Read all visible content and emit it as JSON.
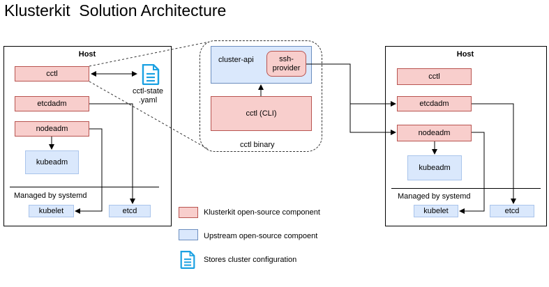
{
  "title": "Klusterkit  Solution Architecture",
  "left_host": {
    "label": "Host",
    "cctl": "cctl",
    "etcdadm": "etcdadm",
    "nodeadm": "nodeadm",
    "kubeadm": "kubeadm",
    "managed": "Managed by systemd",
    "kubelet": "kubelet",
    "etcd": "etcd",
    "state_file": "cctl-state\n.yaml"
  },
  "center": {
    "cluster_api": "cluster-api",
    "ssh_provider": "ssh-\nprovider",
    "cctl_cli": "cctl (CLI)",
    "binary_label": "cctl binary"
  },
  "right_host": {
    "label": "Host",
    "cctl": "cctl",
    "etcdadm": "etcdadm",
    "nodeadm": "nodeadm",
    "kubeadm": "kubeadm",
    "managed": "Managed by systemd",
    "kubelet": "kubelet",
    "etcd": "etcd"
  },
  "legend": {
    "klusterkit": "Klusterkit open-source component",
    "upstream": "Upstream open-source compoent",
    "stores": "Stores cluster configuration"
  },
  "colors": {
    "pink_fill": "#f8cecc",
    "pink_stroke": "#b85450",
    "blue_fill": "#dae8fc",
    "blue_stroke": "#6c8ebf",
    "icon_cyan": "#1ba1e2"
  },
  "icons": {
    "config_file": "document-icon"
  }
}
